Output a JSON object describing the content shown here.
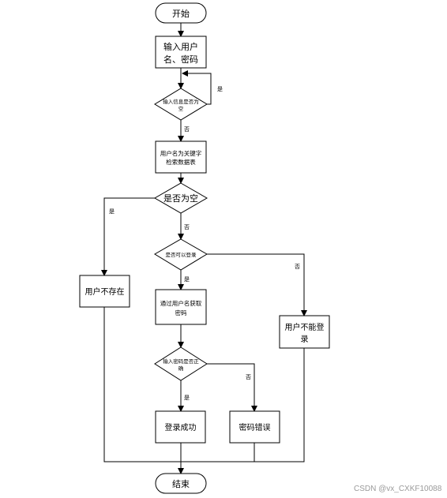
{
  "nodes": {
    "start": "开始",
    "input_credentials": [
      "输入用户",
      "名、密码"
    ],
    "check_empty_input": [
      "输入信息是否为",
      "空"
    ],
    "search_by_username": [
      "用户名为关键字",
      "检索数据表"
    ],
    "check_empty_result": "是否为空",
    "check_can_login": "是否可以登录",
    "user_not_exist": "用户不存在",
    "get_password": [
      "通过用户名获取",
      "密码"
    ],
    "user_cannot_login": [
      "用户不能登",
      "录"
    ],
    "check_password": [
      "输入密码是否正",
      "确"
    ],
    "login_success": "登录成功",
    "password_error": "密码错误",
    "end": "结束"
  },
  "edge_labels": {
    "empty_input_yes": "是",
    "empty_input_no": "否",
    "empty_result_yes": "是",
    "empty_result_no": "否",
    "can_login_yes": "是",
    "can_login_no": "否",
    "password_yes": "是",
    "password_no": "否"
  },
  "colors": {
    "stroke": "#000000",
    "fill": "#ffffff",
    "text": "#000000",
    "watermark": "#9a9a9a"
  },
  "watermark": "CSDN @vx_CXKF10088"
}
